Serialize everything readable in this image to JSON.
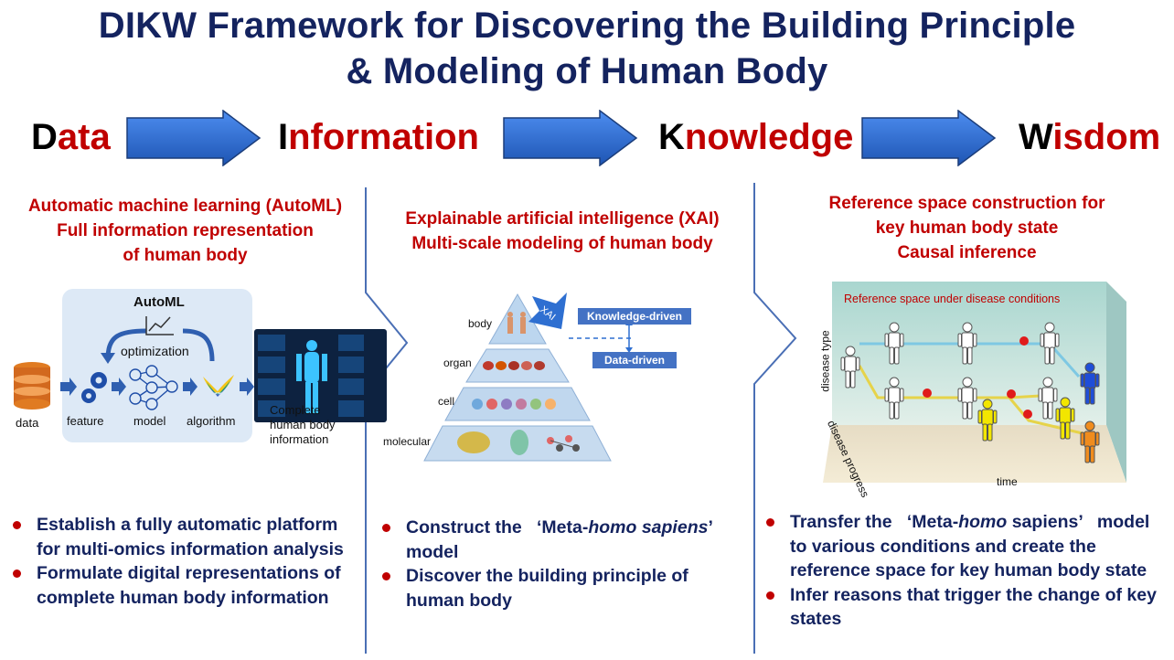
{
  "title": {
    "line1": "DIKW Framework for Discovering the Building Principle",
    "line2": "& Modeling of Human Body"
  },
  "stages": [
    {
      "first": "D",
      "rest": "ata"
    },
    {
      "first": "I",
      "rest": "nformation"
    },
    {
      "first": "K",
      "rest": "nowledge"
    },
    {
      "first": "W",
      "rest": "isdom"
    }
  ],
  "colors": {
    "title": "#14235f",
    "accent_red": "#c00000",
    "arrow_blue": "#2e6fd1",
    "bullet_text": "#14235f"
  },
  "left": {
    "heading": [
      "Automatic machine learning (AutoML)",
      "Full information representation",
      "of human body"
    ],
    "automl_title": "AutoML",
    "optimization": "optimization",
    "labels": {
      "data": "data",
      "feature": "feature",
      "model": "model",
      "algorithm": "algorithm"
    },
    "output": [
      "Complete",
      "human body",
      "information"
    ],
    "bullets": [
      [
        "Establish a fully automatic platform",
        "for multi-omics information analysis"
      ],
      [
        "Formulate digital representations of",
        "complete human body information"
      ]
    ]
  },
  "middle": {
    "heading": [
      "Explainable artificial intelligence (XAI)",
      "Multi-scale modeling of human body"
    ],
    "levels": [
      "body",
      "organ",
      "cell",
      "molecular"
    ],
    "xai": "XAI",
    "knowledge_driven": "Knowledge-driven",
    "data_driven": "Data-driven",
    "bullets": [
      {
        "pre": "Construct the   ‘Meta-",
        "ital": "homo sapiens",
        "post": "’",
        "line2": "model"
      },
      {
        "pre": "Discover the building principle of",
        "ital": "",
        "post": "",
        "line2": "human body"
      }
    ]
  },
  "right": {
    "heading": [
      "Reference space construction for",
      "key human body state",
      "Causal inference"
    ],
    "panel_title": "Reference space under disease conditions",
    "axis_disease_type": "disease type",
    "axis_disease_progress": "disease progress",
    "axis_time": "time",
    "bullets": [
      {
        "pre": "Transfer the   ‘Meta-",
        "ital": "homo",
        "post": " sapiens’   model",
        "rest": [
          "to various conditions and create the",
          "reference space for key human body state"
        ]
      },
      {
        "pre": "Infer reasons that trigger the change of key",
        "ital": "",
        "post": "",
        "rest": [
          "states"
        ]
      }
    ]
  }
}
